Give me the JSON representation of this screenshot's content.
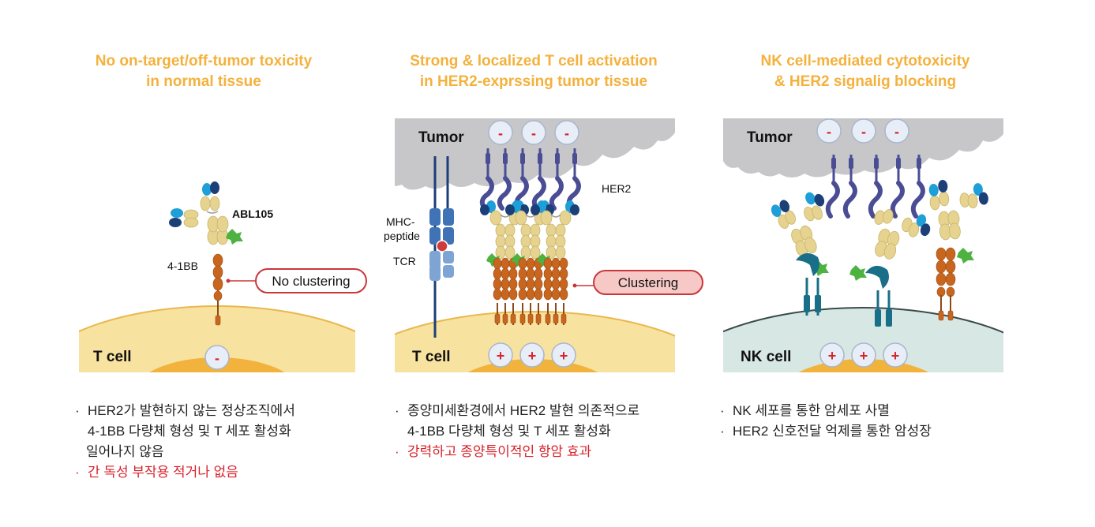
{
  "panels": [
    {
      "title_lines": [
        "No on-target/off-tumor toxicity",
        "in normal tissue"
      ],
      "cell_label": "T cell",
      "cell_charge": "-",
      "labels": {
        "antibody": "ABL105",
        "receptor": "4-1BB",
        "state": "No clustering"
      },
      "bullets": [
        {
          "lines": [
            "HER2가 발현하지 않는 정상조직에서",
            "4-1BB 다량체 형성 및 T 세포 활성화",
            "일어나지 않음"
          ],
          "highlight": false
        },
        {
          "lines": [
            "간 독성 부작용 적거나 없음"
          ],
          "highlight": true
        }
      ]
    },
    {
      "title_lines": [
        "Strong & localized T cell activation",
        "in HER2-exprssing tumor tissue"
      ],
      "tumor_label": "Tumor",
      "tumor_charges": [
        "-",
        "-",
        "-"
      ],
      "cell_label": "T cell",
      "cell_charges": [
        "+",
        "+",
        "+"
      ],
      "labels": {
        "her2": "HER2",
        "mhc": [
          "MHC-",
          "peptide"
        ],
        "tcr": "TCR",
        "state": "Clustering"
      },
      "bullets": [
        {
          "lines": [
            "종양미세환경에서 HER2 발현 의존적으로",
            "4-1BB 다량체 형성 및 T 세포 활성화"
          ],
          "highlight": false
        },
        {
          "lines": [
            "강력하고 종양특이적인 항암 효과"
          ],
          "highlight": true
        }
      ]
    },
    {
      "title_lines": [
        "NK cell-mediated cytotoxicity",
        "& HER2 signalig blocking"
      ],
      "tumor_label": "Tumor",
      "tumor_charges": [
        "-",
        "-",
        "-"
      ],
      "cell_label": "NK cell",
      "cell_charges": [
        "+",
        "+",
        "+"
      ],
      "bullets": [
        {
          "lines": [
            "NK 세포를 통한 암세포 사멸"
          ],
          "highlight": false
        },
        {
          "lines": [
            "HER2 신호전달 억제를 통한 암성장"
          ],
          "highlight": false
        }
      ]
    }
  ],
  "colors": {
    "title": "#f4b13c",
    "tcell_outer": "#f8e2a0",
    "tcell_inner": "#f2b33d",
    "nk_outer": "#d7e7e3",
    "tumor": "#c7c7c9",
    "charge_minus": "#d7232b",
    "charge_plus": "#d7232b",
    "her2": "#4a4d93",
    "fab_light": "#e6d38f",
    "fab_blue": "#1e9fd8",
    "fab_dark": "#1c3f78",
    "ligand_green": "#4db240",
    "receptor_orange": "#c8661f",
    "tcr_blue": "#5b86c3",
    "fc_teal": "#1a6f88",
    "highlight": "#d7232b"
  }
}
